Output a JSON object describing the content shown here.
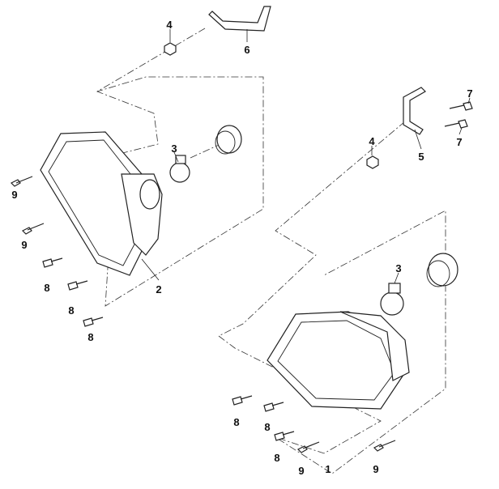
{
  "diagram": {
    "type": "exploded-parts-view",
    "callouts": {
      "left_nut": "4",
      "left_bracket": "6",
      "left_bulb": "3",
      "left_headlight": "2",
      "left_screw_9a": "9",
      "left_screw_9b": "9",
      "left_screw_8a": "8",
      "left_screw_8b": "8",
      "left_screw_8c": "8",
      "right_bolt_7a": "7",
      "right_bolt_7b": "7",
      "right_nut": "4",
      "right_bracket": "5",
      "right_bulb": "3",
      "right_screw_8a": "8",
      "right_screw_8b": "8",
      "right_screw_8c": "8",
      "right_screw_9a": "9",
      "right_headlight": "1",
      "right_screw_9b": "9"
    }
  }
}
